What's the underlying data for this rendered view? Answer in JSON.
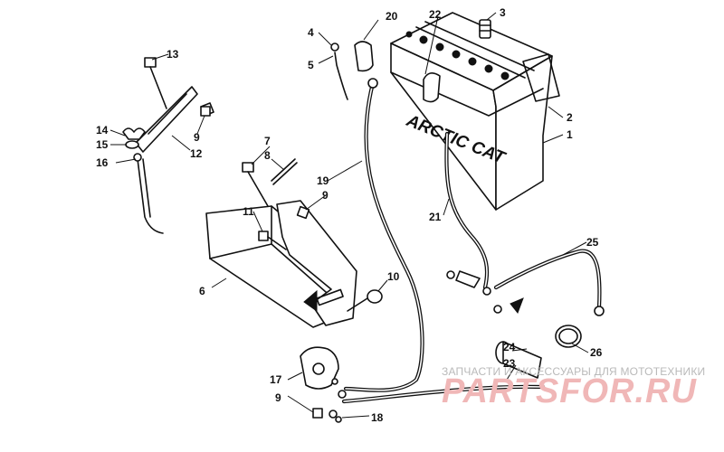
{
  "diagram": {
    "brand_text": "ARCTIC CAT",
    "callouts": [
      {
        "id": "c1",
        "text": "1"
      },
      {
        "id": "c2",
        "text": "2"
      },
      {
        "id": "c3",
        "text": "3"
      },
      {
        "id": "c4",
        "text": "4"
      },
      {
        "id": "c5",
        "text": "5"
      },
      {
        "id": "c6",
        "text": "6"
      },
      {
        "id": "c7",
        "text": "7"
      },
      {
        "id": "c8",
        "text": "8"
      },
      {
        "id": "c9a",
        "text": "9"
      },
      {
        "id": "c9b",
        "text": "9"
      },
      {
        "id": "c9c",
        "text": "9"
      },
      {
        "id": "c10",
        "text": "10"
      },
      {
        "id": "c11",
        "text": "11"
      },
      {
        "id": "c12",
        "text": "12"
      },
      {
        "id": "c13",
        "text": "13"
      },
      {
        "id": "c14",
        "text": "14"
      },
      {
        "id": "c15",
        "text": "15"
      },
      {
        "id": "c16",
        "text": "16"
      },
      {
        "id": "c17",
        "text": "17"
      },
      {
        "id": "c18",
        "text": "18"
      },
      {
        "id": "c19",
        "text": "19"
      },
      {
        "id": "c20",
        "text": "20"
      },
      {
        "id": "c21",
        "text": "21"
      },
      {
        "id": "c22",
        "text": "22"
      },
      {
        "id": "c23",
        "text": "23"
      },
      {
        "id": "c24",
        "text": "24"
      },
      {
        "id": "c25",
        "text": "25"
      },
      {
        "id": "c26",
        "text": "26"
      }
    ]
  },
  "watermark": {
    "caption": "ЗАПЧАСТИ И АКСЕССУАРЫ ДЛЯ МОТОТЕХНИКИ",
    "logo": "PARTSFOR.RU",
    "color_caption": "#b9b9b9",
    "color_logo": "#f0b7b7"
  }
}
